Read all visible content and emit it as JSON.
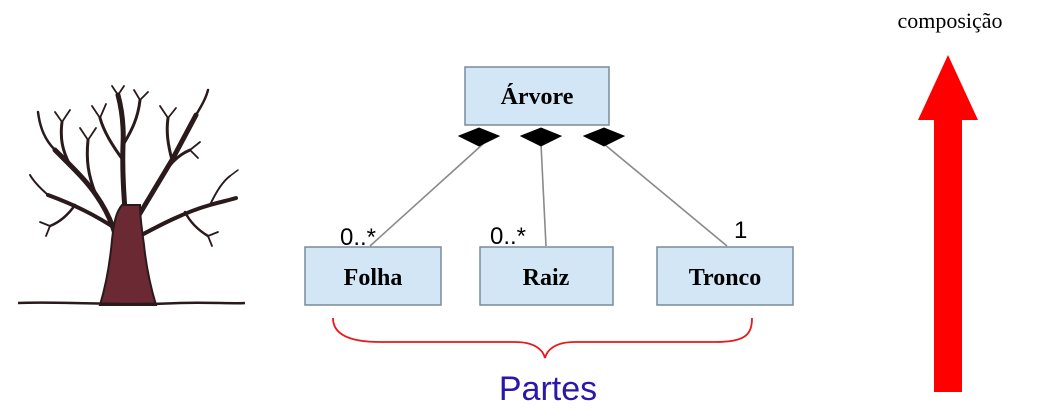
{
  "diagram": {
    "whole_class": {
      "label": "Árvore"
    },
    "part_classes": [
      {
        "label": "Folha",
        "multiplicity": "0..*"
      },
      {
        "label": "Raiz",
        "multiplicity": "0..*"
      },
      {
        "label": "Tronco",
        "multiplicity": "1"
      }
    ],
    "parts_label": "Partes",
    "arrow_label": "composição",
    "tree_illustration": "tree-icon"
  },
  "colors": {
    "class_fill": "#d3e6f5",
    "class_border": "#7a8a98",
    "brace": "#e8181c",
    "parts_text": "#2a18a8",
    "arrow": "#ff0000",
    "tree_trunk": "#6b2a33"
  }
}
